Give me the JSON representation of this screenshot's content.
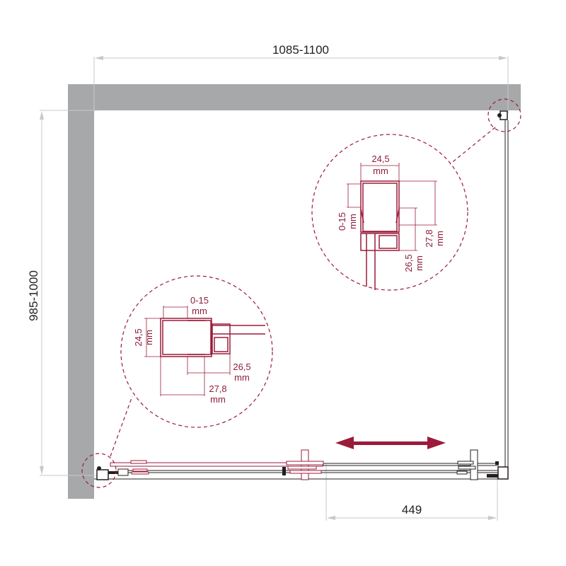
{
  "drawing": {
    "type": "sliding shower enclosure top-view plan",
    "colors": {
      "wall": "#a7a8aa",
      "dimension_line": "#c8c8c8",
      "accent": "#9b1b3a",
      "profile_line": "#231f20"
    },
    "dimensions": {
      "width": "1085-1100",
      "depth": "985-1000",
      "opening": "449"
    },
    "detail_top_right": {
      "width_value": "24,5",
      "width_unit": "mm",
      "adjust_value": "0-15",
      "adjust_unit": "mm",
      "inner_value": "26,5",
      "inner_unit": "mm",
      "outer_value": "27,8",
      "outer_unit": "mm"
    },
    "detail_bottom_left": {
      "adjust_value": "0-15",
      "adjust_unit": "mm",
      "width_value": "24,5",
      "width_unit": "mm",
      "inner_value": "26,5",
      "inner_unit": "mm",
      "outer_value": "27,8",
      "outer_unit": "mm"
    },
    "slide_direction_icon": "double-arrow-horizontal"
  }
}
